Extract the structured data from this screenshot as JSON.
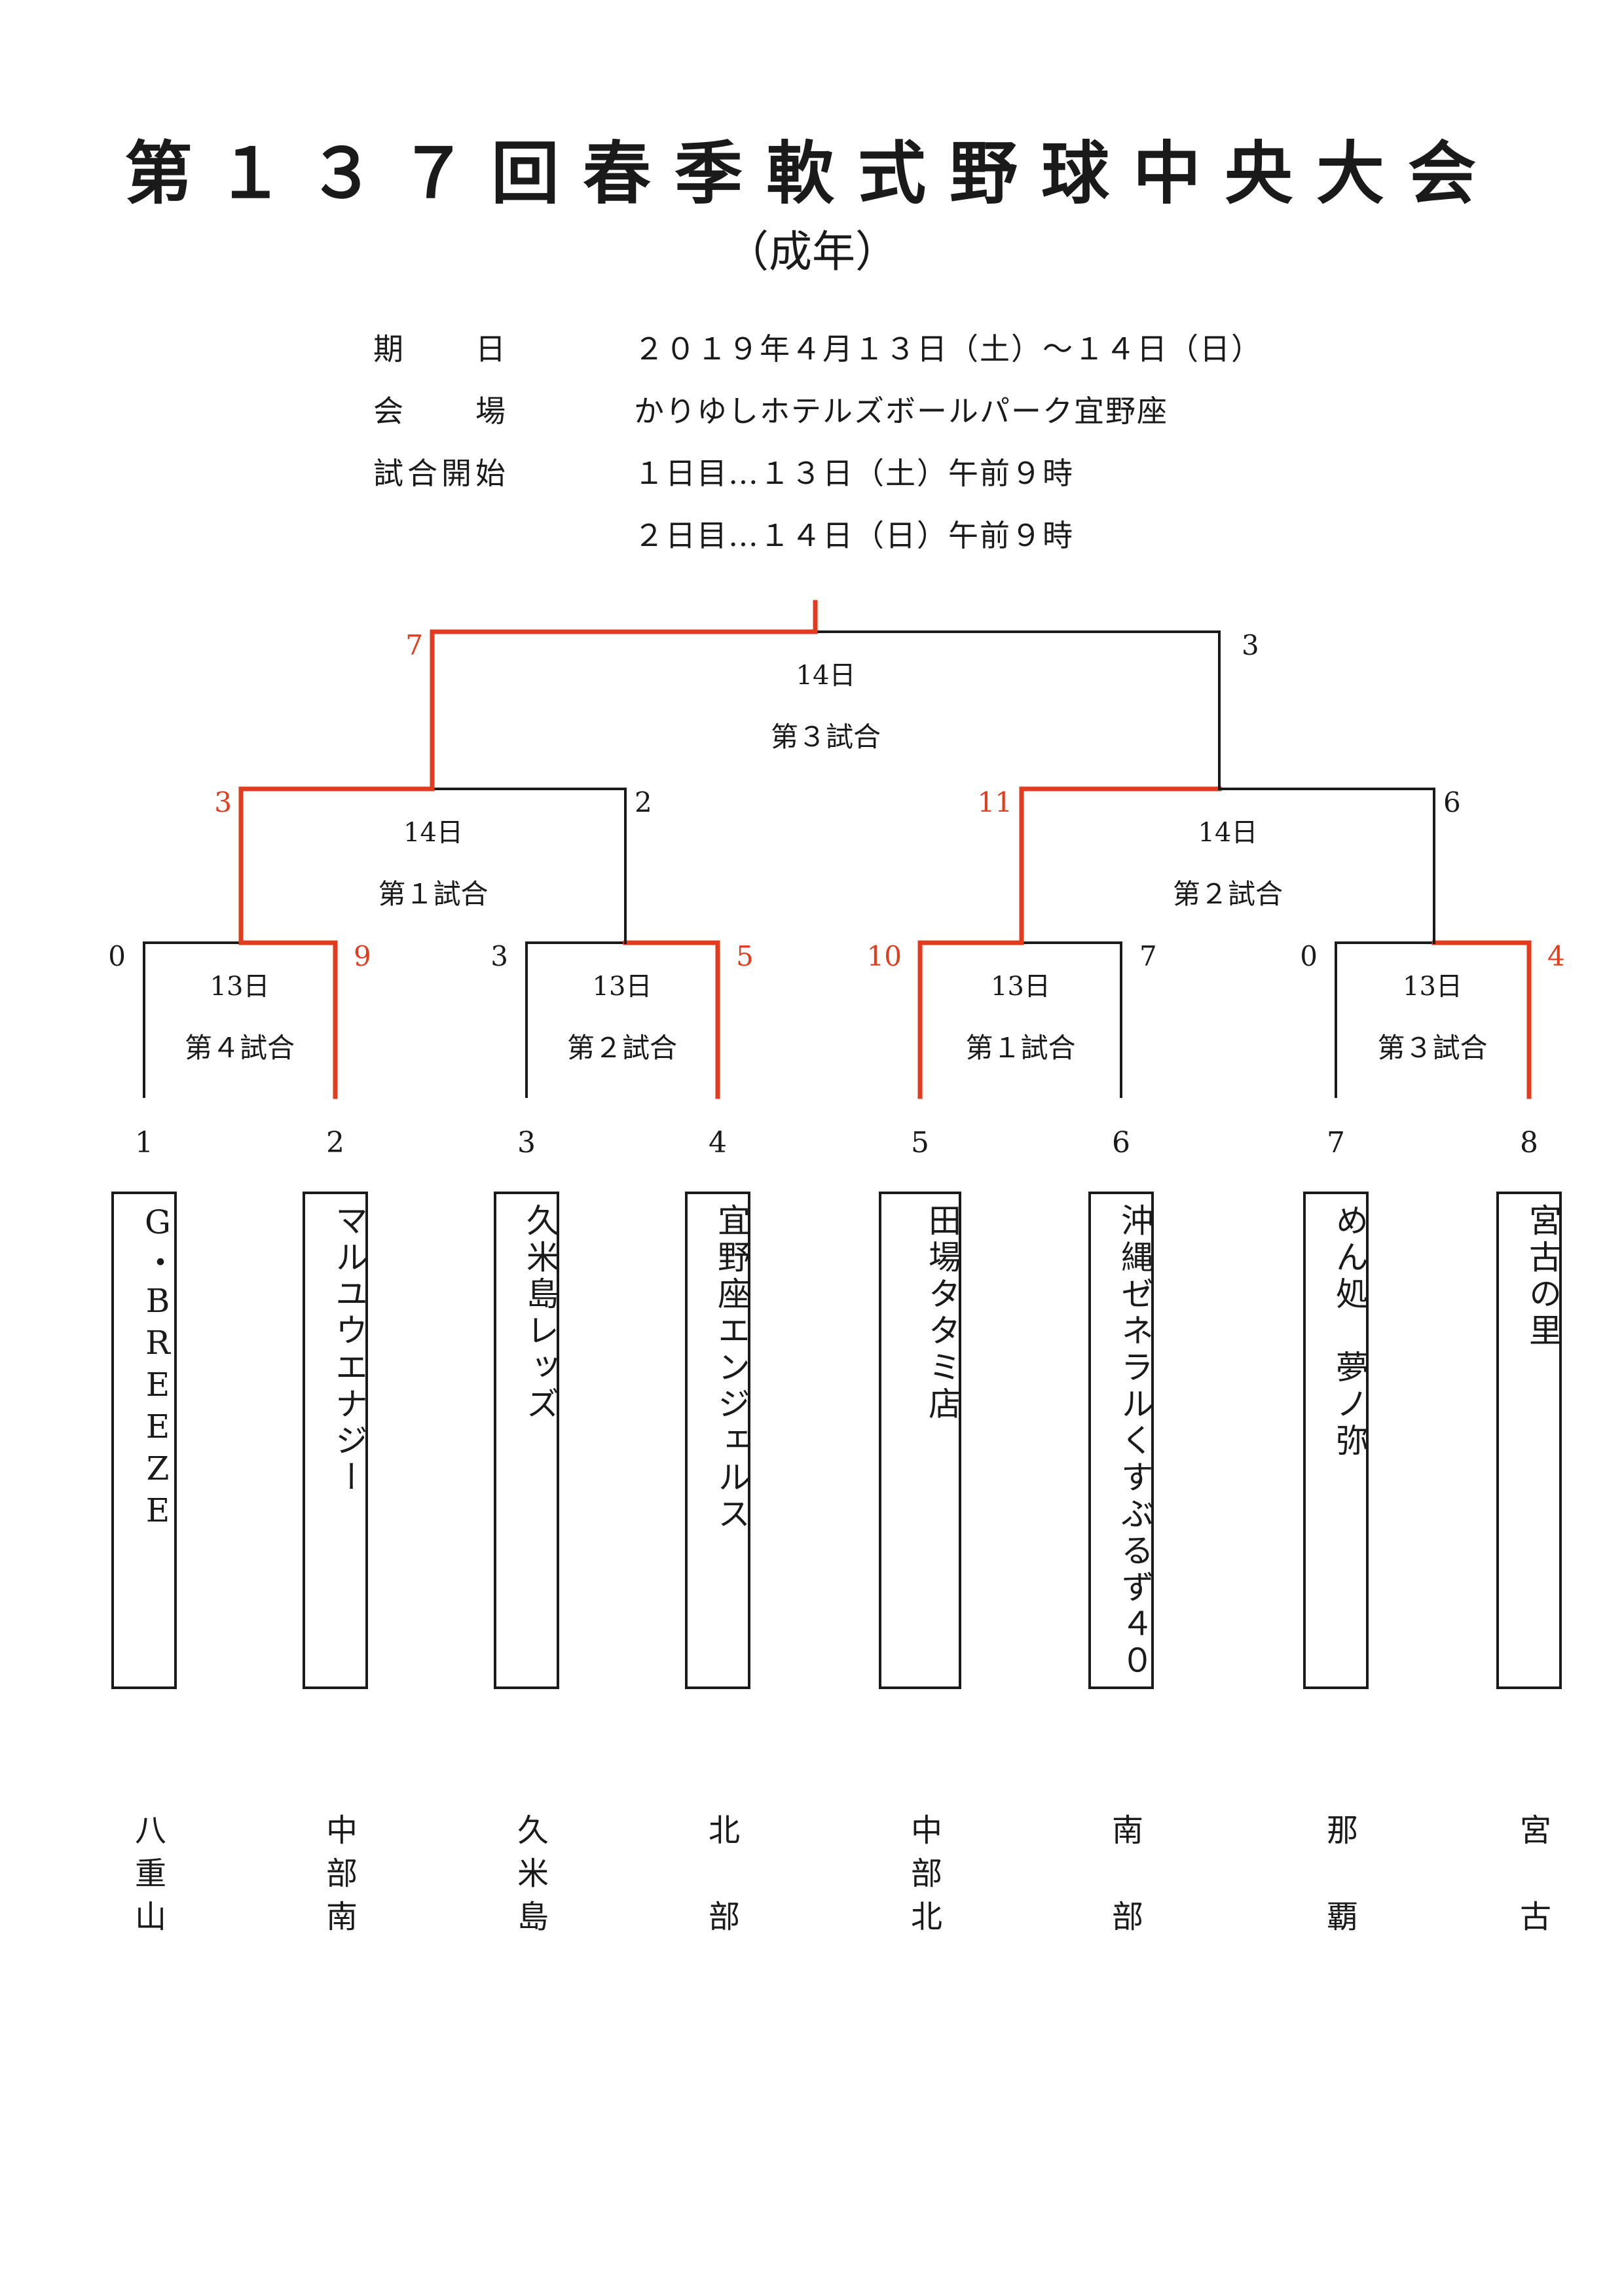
{
  "title": "第１３７回春季軟式野球中央大会",
  "subtitle": "（成年）",
  "info": [
    {
      "label": "期　　日",
      "value": "２０１９年４月１３日（土）～１４日（日）"
    },
    {
      "label": "会　　場",
      "value": "かりゆしホテルズボールパーク宜野座"
    },
    {
      "label": "試合開始",
      "value": "１日目…１３日（土）午前９時"
    },
    {
      "label": "",
      "value": "２日目…１４日（日）午前９時"
    }
  ],
  "colors": {
    "winner_line": "#e23b1e",
    "line": "#1a1a1a",
    "winner_score": "#e23b1e"
  },
  "teams": [
    {
      "seed": "1",
      "name": "G・BREEZE",
      "region": "八重山"
    },
    {
      "seed": "2",
      "name": "マルユウエナジー",
      "region": "中部南"
    },
    {
      "seed": "3",
      "name": "久米島レッズ",
      "region": "久米島"
    },
    {
      "seed": "4",
      "name": "宜野座エンジェルス",
      "region": "北　部"
    },
    {
      "seed": "5",
      "name": "田場タタミ店",
      "region": "中部北"
    },
    {
      "seed": "6",
      "name": "沖縄ゼネラルくすぶるず４０",
      "region": "南　部"
    },
    {
      "seed": "7",
      "name": "めん処　夢ノ弥",
      "region": "那　覇"
    },
    {
      "seed": "8",
      "name": "宮古の里",
      "region": "宮　古"
    }
  ],
  "round1": [
    {
      "day": "13日",
      "game": "第４試合",
      "scores": [
        "0",
        "9"
      ],
      "winner": 1
    },
    {
      "day": "13日",
      "game": "第２試合",
      "scores": [
        "3",
        "5"
      ],
      "winner": 1
    },
    {
      "day": "13日",
      "game": "第１試合",
      "scores": [
        "10",
        "7"
      ],
      "winner": 0
    },
    {
      "day": "13日",
      "game": "第３試合",
      "scores": [
        "0",
        "4"
      ],
      "winner": 1
    }
  ],
  "semis": [
    {
      "day": "14日",
      "game": "第１試合",
      "scores": [
        "3",
        "2"
      ],
      "winner": 0
    },
    {
      "day": "14日",
      "game": "第２試合",
      "scores": [
        "11",
        "6"
      ],
      "winner": 0
    }
  ],
  "final": {
    "day": "14日",
    "game": "第３試合",
    "scores": [
      "7",
      "3"
    ],
    "winner": 0
  }
}
